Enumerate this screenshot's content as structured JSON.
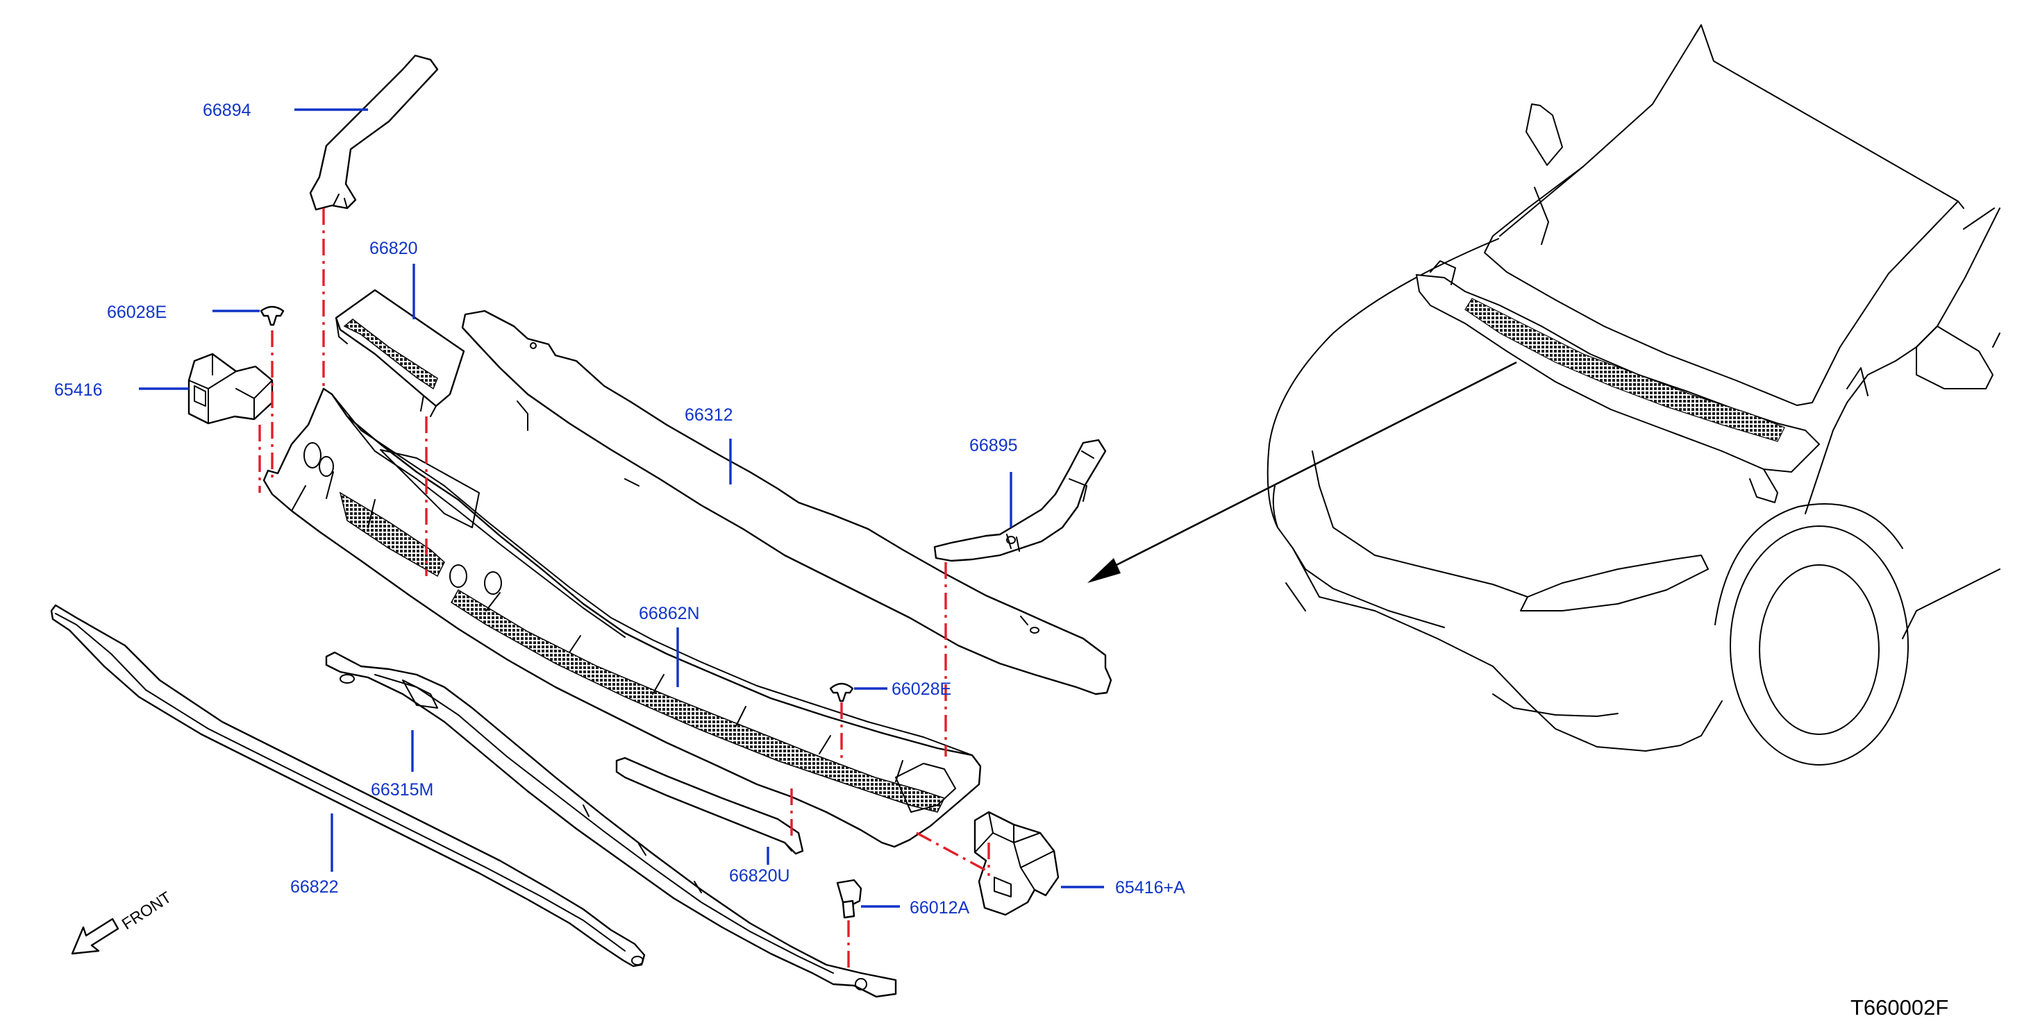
{
  "colors": {
    "callout": "#1034c8",
    "line": "#000000",
    "dash": "#e0202a",
    "background": "#ffffff"
  },
  "labels": {
    "p66894": "66894",
    "p66820": "66820",
    "p66028E_left": "66028E",
    "p65416": "65416",
    "p66312": "66312",
    "p66895": "66895",
    "p66862N": "66862N",
    "p66028E_right": "66028E",
    "p66315M": "66315M",
    "p66822": "66822",
    "p66820U": "66820U",
    "p66012A": "66012A",
    "p65416A": "65416+A"
  },
  "front_indicator": "FRONT",
  "diagram_code": "T660002F"
}
